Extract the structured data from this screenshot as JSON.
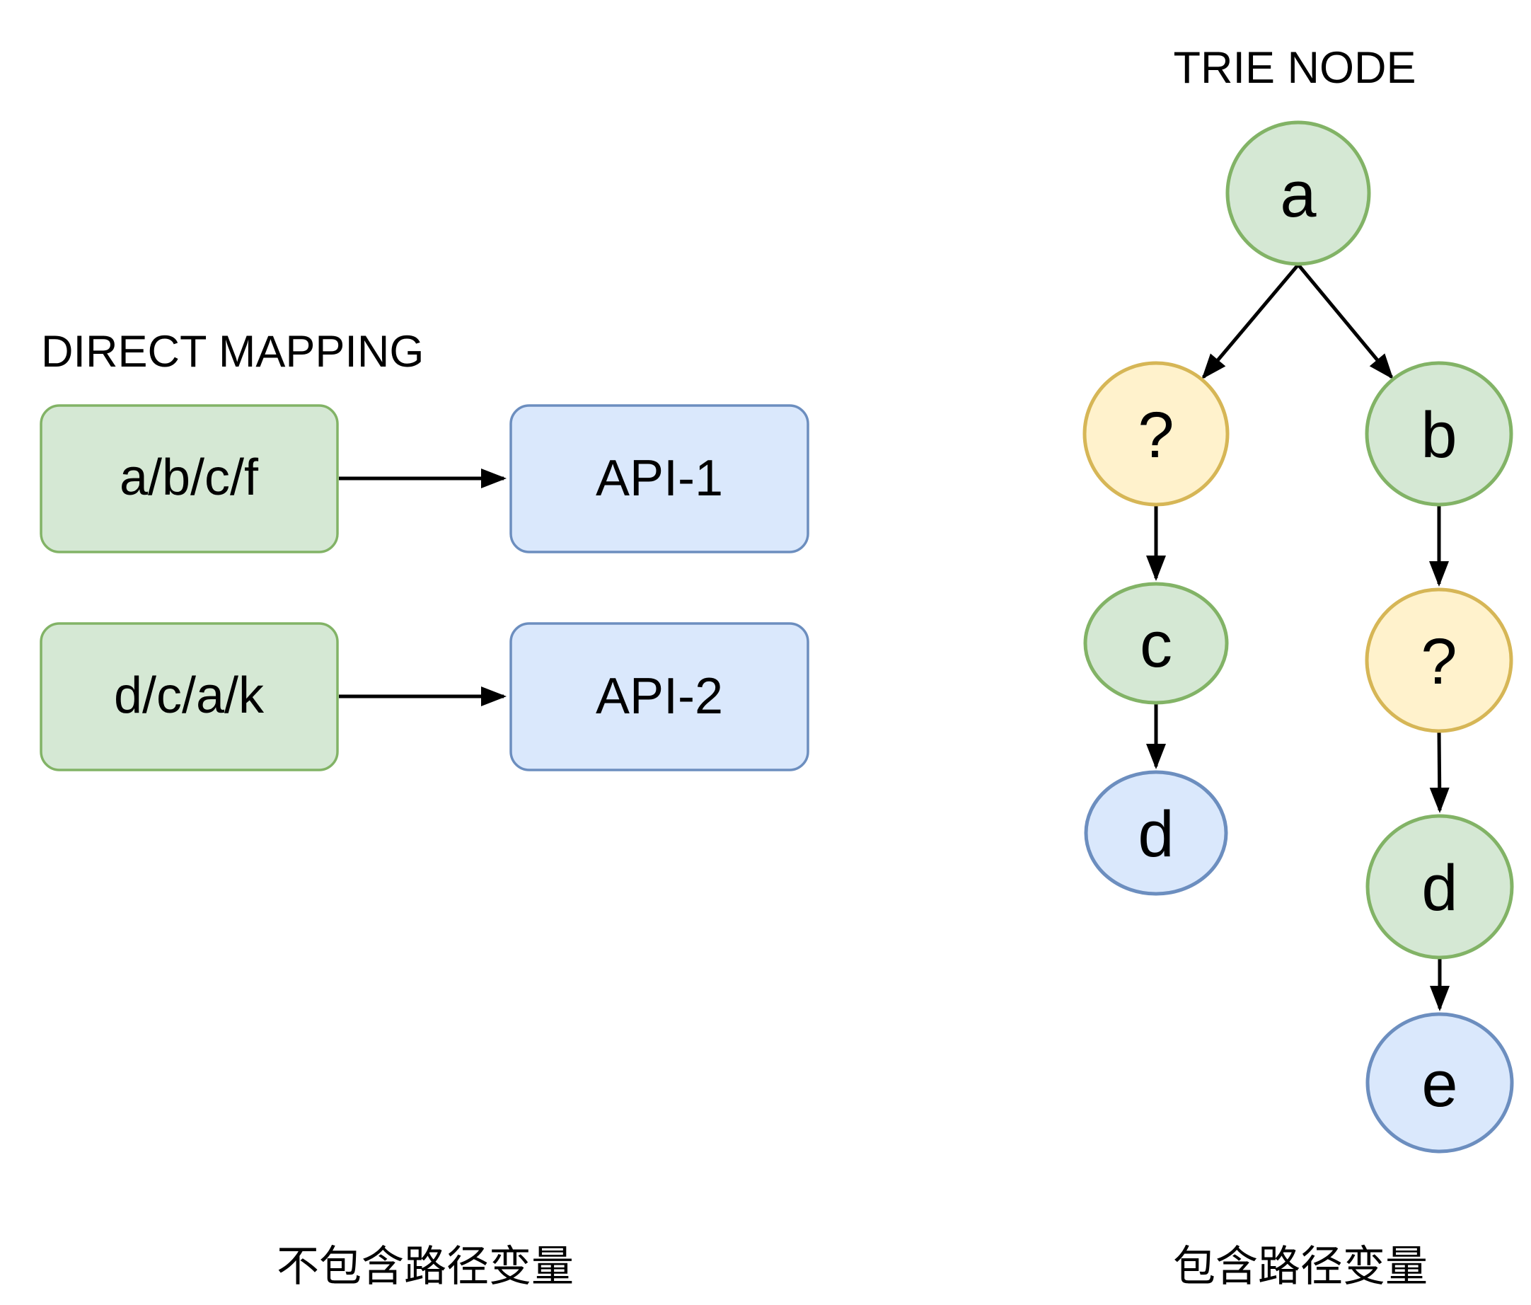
{
  "colors": {
    "background": "#ffffff",
    "green_fill": "#d5e8d4",
    "green_stroke": "#82b366",
    "blue_fill": "#dae8fc",
    "blue_stroke": "#6c8ebf",
    "yellow_fill": "#fff2cc",
    "yellow_stroke": "#d6b656",
    "text": "#000000",
    "arrow": "#000000"
  },
  "left_panel": {
    "title": "DIRECT MAPPING",
    "caption": "不包含路径变量",
    "mappings": [
      {
        "path": "a/b/c/f",
        "api": "API-1"
      },
      {
        "path": "d/c/a/k",
        "api": "API-2"
      }
    ]
  },
  "right_panel": {
    "title": "TRIE NODE",
    "caption": "包含路径变量",
    "nodes": [
      {
        "id": "a",
        "label": "a",
        "type": "green"
      },
      {
        "id": "left-wildcard",
        "label": "?",
        "type": "yellow"
      },
      {
        "id": "b",
        "label": "b",
        "type": "green"
      },
      {
        "id": "c",
        "label": "c",
        "type": "green"
      },
      {
        "id": "right-wildcard",
        "label": "?",
        "type": "yellow"
      },
      {
        "id": "left-d",
        "label": "d",
        "type": "blue"
      },
      {
        "id": "right-d",
        "label": "d",
        "type": "green"
      },
      {
        "id": "e",
        "label": "e",
        "type": "blue"
      }
    ],
    "edges": [
      {
        "from": "a",
        "to": "left-wildcard"
      },
      {
        "from": "a",
        "to": "b"
      },
      {
        "from": "left-wildcard",
        "to": "c"
      },
      {
        "from": "b",
        "to": "right-wildcard"
      },
      {
        "from": "c",
        "to": "left-d"
      },
      {
        "from": "right-wildcard",
        "to": "right-d"
      },
      {
        "from": "right-d",
        "to": "e"
      }
    ]
  }
}
